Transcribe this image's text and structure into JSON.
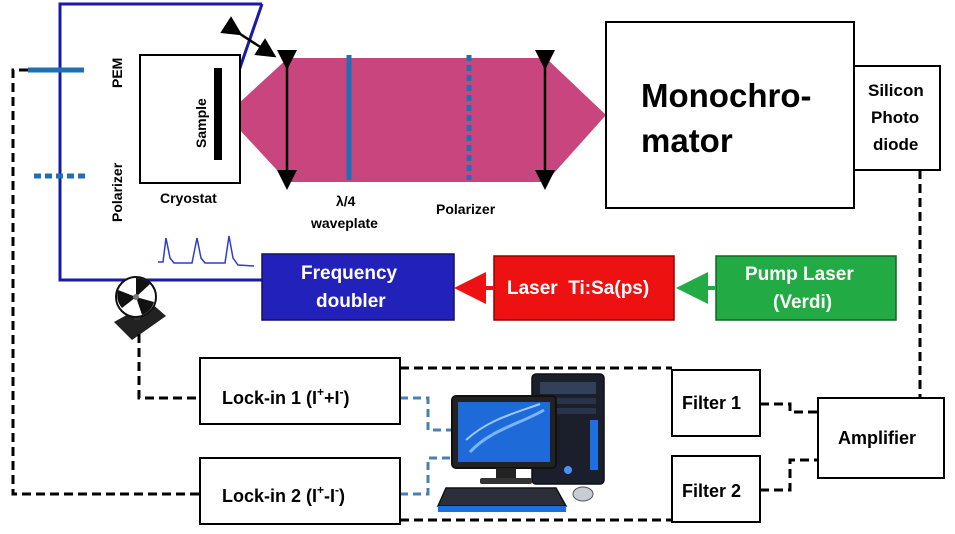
{
  "labels": {
    "pem": "PEM",
    "polarizer_left": "Polarizer",
    "sample": "Sample",
    "cryostat": "Cryostat",
    "lambda4": "λ/4",
    "waveplate": "waveplate",
    "polarizer_mid": "Polarizer",
    "monochromator_line1": "Monochro-",
    "monochromator_line2": "mator",
    "silicon_line1": "Silicon",
    "silicon_line2": "Photo",
    "silicon_line3": "diode",
    "freq_line1": "Frequency",
    "freq_line2": "doubler",
    "laser": "Laser  Ti:Sa(ps)",
    "pump_line1": "Pump Laser",
    "pump_line2": "(Verdi)",
    "lockin1_main": "Lock-in 1 (I",
    "lockin1_sup1": "+",
    "lockin1_mid": "+I",
    "lockin1_sup2": "-",
    "lockin1_end": ")",
    "lockin2_main": "Lock-in 2 (I",
    "lockin2_sup1": "+",
    "lockin2_mid": "-I",
    "lockin2_sup2": "-",
    "lockin2_end": ")",
    "filter1": "Filter 1",
    "filter2": "Filter 2",
    "amplifier": "Amplifier"
  },
  "colors": {
    "beam": "#c8457e",
    "optics_blue": "#1f6fb5",
    "path_blue": "#1a1aaa",
    "freq_box": "#2222bb",
    "laser_box": "#ee1111",
    "pump_box": "#22aa44",
    "red_arrow": "#ee1111",
    "green_arrow": "#22aa44",
    "dash_black": "#000000",
    "dash_blue": "#4a7fb0"
  }
}
